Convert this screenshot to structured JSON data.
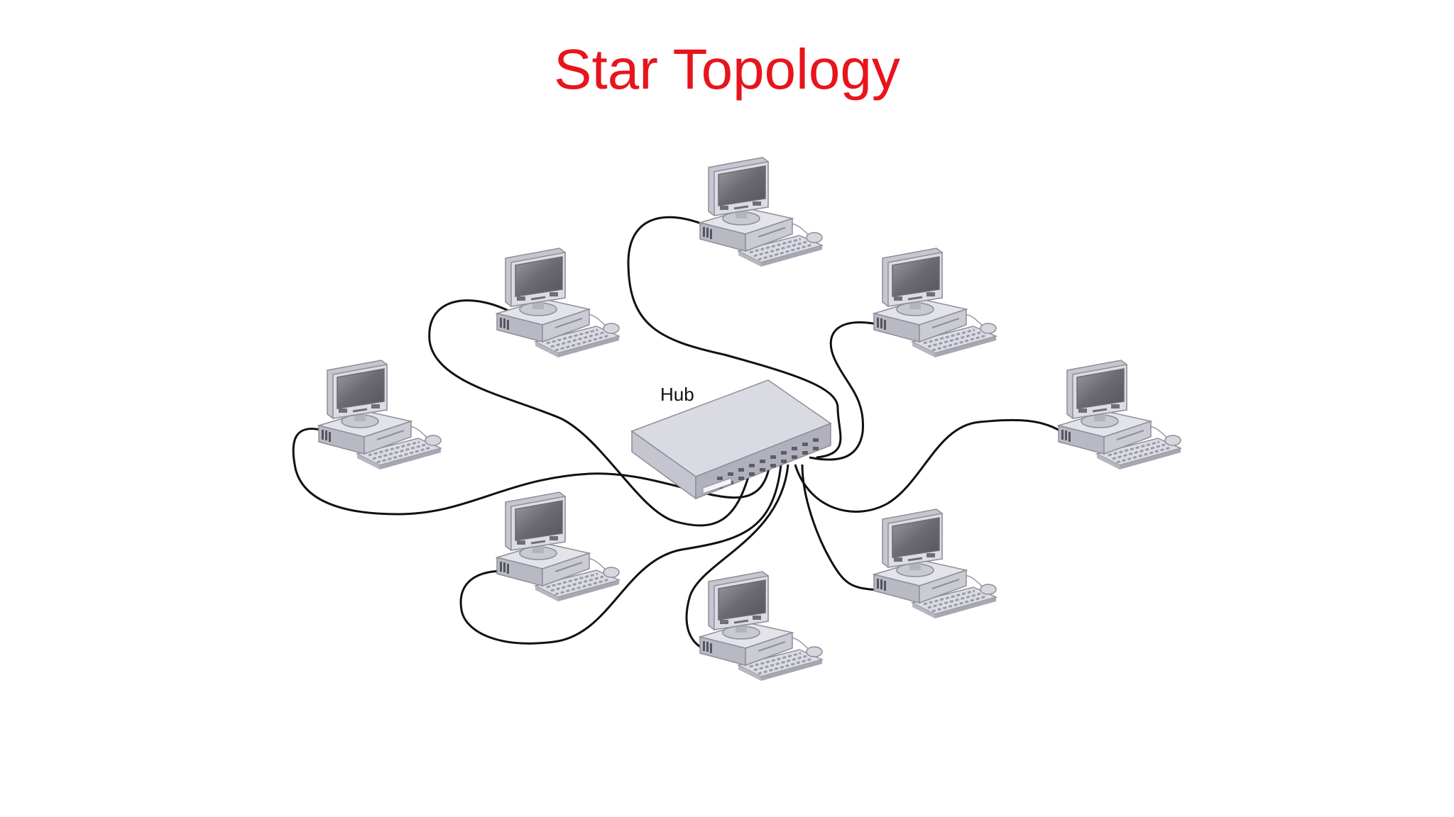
{
  "title": "Star Topology",
  "hub": {
    "label": "Hub"
  },
  "computers": [
    {
      "name": "top"
    },
    {
      "name": "upper-left"
    },
    {
      "name": "upper-right"
    },
    {
      "name": "left"
    },
    {
      "name": "right"
    },
    {
      "name": "lower-left"
    },
    {
      "name": "lower-right"
    },
    {
      "name": "bottom"
    }
  ],
  "colors": {
    "title": "#e8141c",
    "cable": "#111111",
    "device_light": "#dfdfe6",
    "device_mid": "#c2c2cc",
    "device_dark": "#9d9daa",
    "screen": "#6d6d73"
  }
}
